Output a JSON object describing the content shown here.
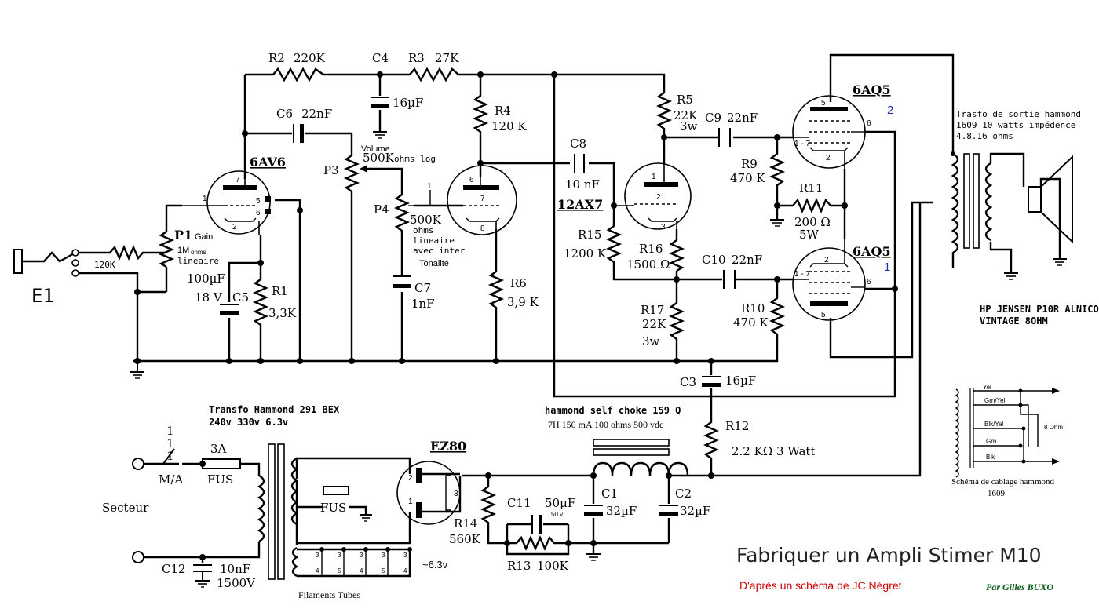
{
  "title": "Fabriquer un Ampli Stimer M10",
  "subtitle_red": "D'aprés un schéma de JC Négret",
  "author": "Par Gilles BUXO",
  "colors": {
    "red": "#d00000",
    "green": "#0a5a1a",
    "blue": "#1a2fb0"
  },
  "input": {
    "label": "E1",
    "r_series": "120K",
    "pot_name": "P1",
    "pot_fn": "Gain",
    "pot_value": "1M",
    "pot_unit": "ohms",
    "pot_taper": "lineaire"
  },
  "tubes": {
    "v1": {
      "name": "6AV6",
      "pins": [
        "7",
        "1",
        "2",
        "5",
        "6"
      ]
    },
    "v2": {
      "name": "12AX7",
      "pins_a": [
        "6",
        "7",
        "8"
      ],
      "pins_b": [
        "1",
        "2",
        "3"
      ]
    },
    "v3": {
      "name": "6AQ5",
      "channel": "2",
      "pins": [
        "5",
        "6",
        "2",
        "1 - 7"
      ]
    },
    "v4": {
      "name": "6AQ5",
      "channel": "1",
      "pins": [
        "2",
        "6",
        "5",
        "1 - 7"
      ]
    },
    "rect": {
      "name": "EZ80",
      "pins": [
        "2",
        "1",
        "3"
      ]
    }
  },
  "resistors": {
    "r1": {
      "name": "R1",
      "value": "3,3K"
    },
    "r2": {
      "name": "R2",
      "value": "220K"
    },
    "r3": {
      "name": "R3",
      "value": "27K"
    },
    "r4": {
      "name": "R4",
      "value": "120 K"
    },
    "r5": {
      "name": "R5",
      "value": "22K",
      "power": "3w"
    },
    "r6": {
      "name": "R6",
      "value": "3,9 K"
    },
    "r9": {
      "name": "R9",
      "value": "470 K"
    },
    "r10": {
      "name": "R10",
      "value": "470 K"
    },
    "r11": {
      "name": "R11",
      "value": "200 Ω",
      "power": "5W"
    },
    "r12": {
      "name": "R12",
      "value": "2.2 KΩ  3 Watt"
    },
    "r13": {
      "name": "R13",
      "value": "100K"
    },
    "r14": {
      "name": "R14",
      "value": "560K"
    },
    "r15": {
      "name": "R15",
      "value": "1200 K"
    },
    "r16": {
      "name": "R16",
      "value": "1500 Ω"
    },
    "r17": {
      "name": "R17",
      "value": "22K",
      "power": "3w"
    }
  },
  "capacitors": {
    "c1": {
      "name": "C1",
      "value": "32µF"
    },
    "c2": {
      "name": "C2",
      "value": "32µF"
    },
    "c3": {
      "name": "C3",
      "value": "16µF"
    },
    "c4": {
      "name": "C4",
      "value": "16µF"
    },
    "c5": {
      "name": "C5",
      "value": "100µF",
      "voltage": "18 V"
    },
    "c6": {
      "name": "C6",
      "value": "22nF"
    },
    "c7": {
      "name": "C7",
      "value": "1nF"
    },
    "c8": {
      "name": "C8",
      "value": "10 nF"
    },
    "c9": {
      "name": "C9",
      "value": "22nF"
    },
    "c10": {
      "name": "C10",
      "value": "22nF"
    },
    "c11": {
      "name": "C11",
      "value": "50µF",
      "voltage": "50 v"
    },
    "c12": {
      "name": "C12",
      "value": "10nF",
      "voltage": "1500V"
    }
  },
  "pots": {
    "p3": {
      "name": "P3",
      "fn": "Volume",
      "value": "500K",
      "taper": "ohms log"
    },
    "p4": {
      "name": "P4",
      "value": "500K",
      "taper_lines": [
        "ohms",
        "lineaire",
        "avec inter"
      ],
      "fn": "Tonalité",
      "pin": "1"
    }
  },
  "output": {
    "trafo_lines": [
      "Trasfo de sortie hammond",
      "1609 10 watts impédence",
      "4.8.16 ohms"
    ],
    "speaker_lines": [
      "HP JENSEN P10R ALNICO",
      "VINTAGE 8OHM"
    ]
  },
  "wiring": {
    "wires": [
      "Yel",
      "Grn/Yel",
      "Blk/Yel",
      "Grn",
      "Blk"
    ],
    "ohm": "8 Ohm",
    "caption_lines": [
      "Schéma de cablage hammond",
      "1609"
    ]
  },
  "power": {
    "trafo_lines": [
      "Transfo Hammond 291 BEX",
      "240v 330v 6.3v"
    ],
    "choke_lines": [
      "hammond self choke 159 Q",
      "7H  150 mA 100 ohms 500 vdc"
    ],
    "mains": "Secteur",
    "switch": "M/A",
    "switch_pins": [
      "1",
      "1",
      "1"
    ],
    "fuse_value": "3A",
    "fuse": "FUS",
    "fuse2": "FUS",
    "filament_v": "~6.3v",
    "filament_label": "Filaments Tubes",
    "strip_top": [
      "3",
      "3",
      "3",
      "3",
      "3"
    ],
    "strip_bot": [
      "4",
      "5",
      "4",
      "5",
      "4"
    ]
  }
}
